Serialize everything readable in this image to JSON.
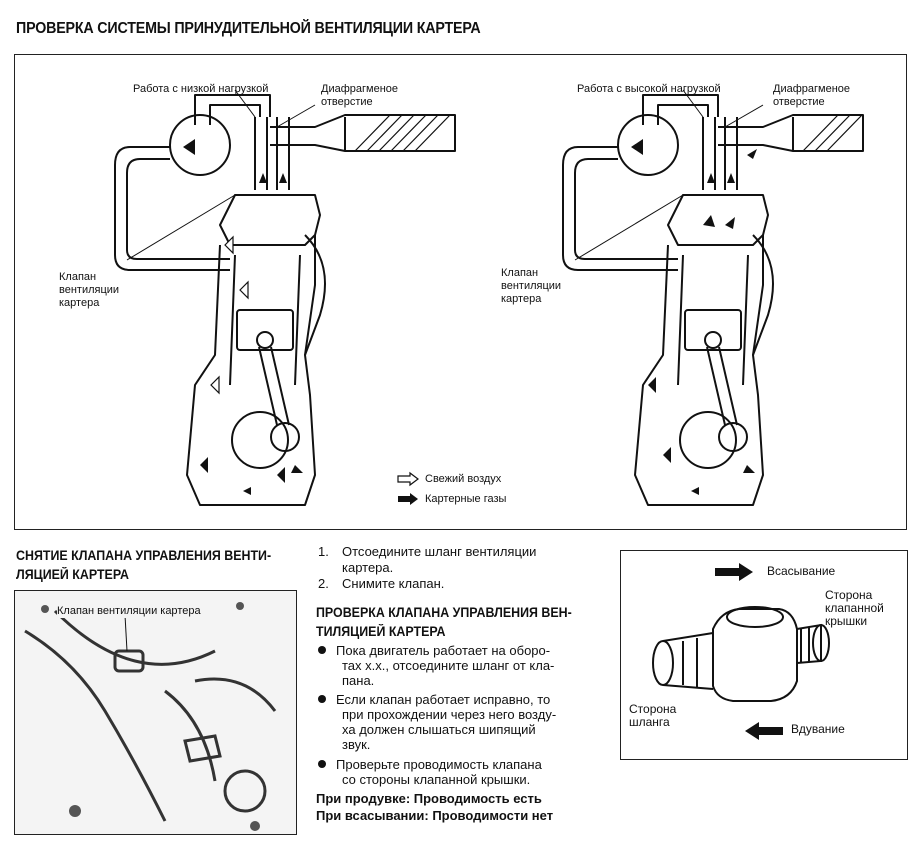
{
  "title": "ПРОВЕРКА СИСТЕМЫ ПРИНУДИТЕЛЬНОЙ ВЕНТИЛЯЦИИ КАРТЕРА",
  "diagram": {
    "left": {
      "load_label": "Работа с низкой нагрузкой",
      "diaphragm_label_1": "Диафрагменое",
      "diaphragm_label_2": "отверстие",
      "valve_label_1": "Клапан",
      "valve_label_2": "вентиляции",
      "valve_label_3": "картера"
    },
    "right": {
      "load_label": "Работа с высокой нагрузкой",
      "diaphragm_label_1": "Диафрагменое",
      "diaphragm_label_2": "отверстие",
      "valve_label_1": "Клапан",
      "valve_label_2": "вентиляции",
      "valve_label_3": "картера"
    },
    "legend": {
      "fresh_air": "Свежий воздух",
      "crankcase_gases": "Картерные газы"
    }
  },
  "removal": {
    "heading_1": "СНЯТИЕ КЛАПАНА УПРАВЛЕНИЯ ВЕНТИ-",
    "heading_2": "ЛЯЦИЕЙ КАРТЕРА",
    "photo_label": "Клапан вентиляции картера",
    "step1_num": "1.",
    "step1_line1": "Отсоедините  шланг  вентиляции",
    "step1_line2": "картера.",
    "step2_num": "2.",
    "step2_line1": "Снимите клапан."
  },
  "check": {
    "heading_1": "ПРОВЕРКА КЛАПАНА УПРАВЛЕНИЯ ВЕН-",
    "heading_2": "ТИЛЯЦИЕЙ КАРТЕРА",
    "bullet1_line1": "Пока двигатель работает на оборо-",
    "bullet1_line2": "тах х.х., отсоедините шланг от кла-",
    "bullet1_line3": "пана.",
    "bullet2_line1": "Если клапан работает исправно, то",
    "bullet2_line2": "при прохождении через него возду-",
    "bullet2_line3": "ха должен слышаться шипящий",
    "bullet2_line4": "звук.",
    "bullet3_line1": "Проверьте проводимость клапана",
    "bullet3_line2": "со стороны клапанной крышки.",
    "result1": "При продувке: Проводимость есть",
    "result2": "При всасывании: Проводимости нет"
  },
  "valve_figure": {
    "suction": "Всасывание",
    "cover_side_1": "Сторона",
    "cover_side_2": "клапанной",
    "cover_side_3": "крышки",
    "hose_side_1": "Сторона",
    "hose_side_2": "шланга",
    "blowing": "Вдувание"
  }
}
